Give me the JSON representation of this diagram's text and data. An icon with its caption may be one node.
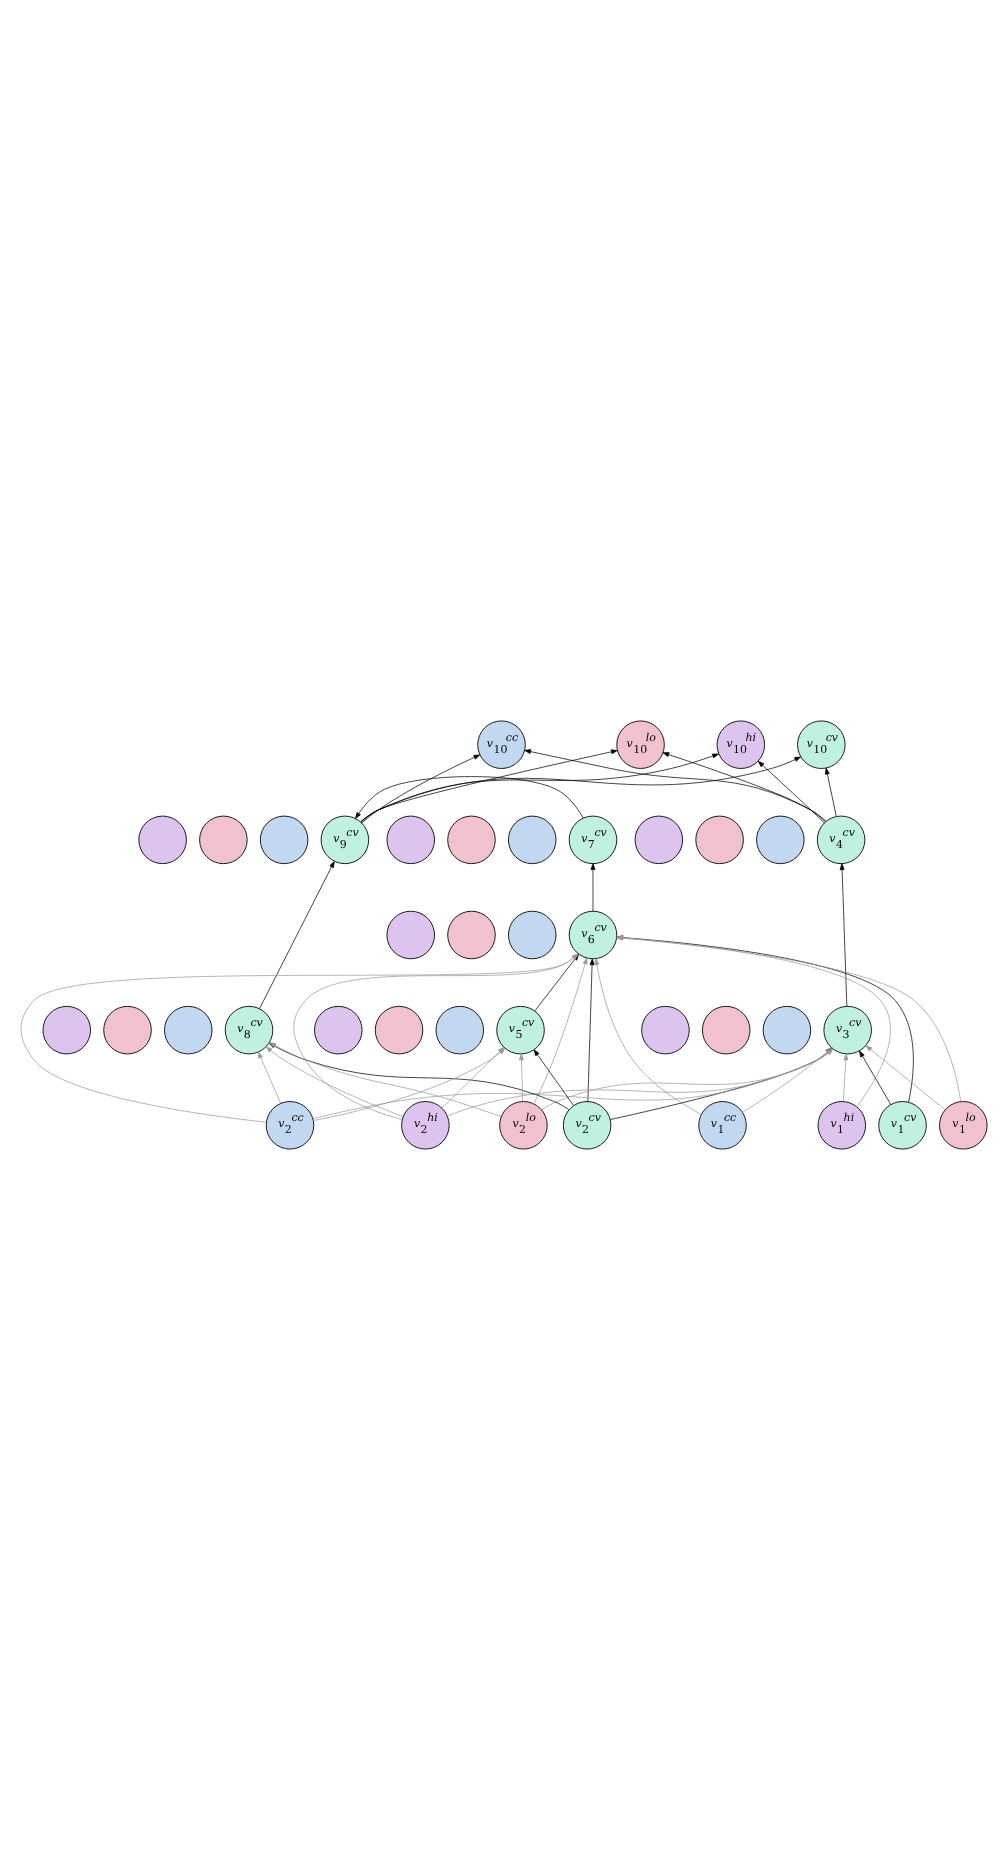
{
  "diagram": {
    "nodes": [
      {
        "text": [
          "v$_{10}$$^{cv}$"
        ]
      },
      {
        "text": [
          "v$_{10}$$^{cc}$"
        ]
      },
      {
        "text": [
          "v$_{10}$$^{lo}$"
        ]
      },
      {
        "text": [
          "v$_{10}$$^{hi}$"
        ]
      },
      {
        "text": [
          "v$_{4}$$^{cv}$"
        ]
      },
      {
        "text": [],
        "shape": "circle"
      },
      {
        "text": [],
        "shape": "circle"
      },
      {
        "text": [],
        "shape": "circle"
      },
      {
        "text": [
          "v$_{7}$$^{cv}$"
        ]
      },
      {
        "text": [],
        "shape": "circle"
      },
      {
        "text": [],
        "shape": "circle"
      },
      {
        "text": [],
        "shape": "circle"
      },
      {
        "text": [
          "v$_{9}$$^{cv}$"
        ]
      },
      {
        "text": [],
        "shape": "circle"
      },
      {
        "text": [],
        "shape": "circle"
      },
      {
        "text": [],
        "shape": "circle"
      },
      {
        "text": [
          "v$_{6}$$^{cv}$"
        ]
      },
      {
        "text": [],
        "shape": "circle"
      },
      {
        "text": [],
        "shape": "circle"
      },
      {
        "text": [],
        "shape": "circle"
      },
      {
        "text": [
          "v$_{3}$$^{cv}$"
        ]
      },
      {
        "text": [],
        "shape": "circle"
      },
      {
        "text": [],
        "shape": "circle"
      },
      {
        "text": [],
        "shape": "circle"
      },
      {
        "text": [
          "v$_{8}$$^{cv}$"
        ]
      },
      {
        "text": [],
        "shape": "circle"
      },
      {
        "text": [],
        "shape": "circle"
      },
      {
        "text": [],
        "shape": "circle"
      },
      {
        "text": [
          "v$_{5}$$^{cv}$"
        ]
      },
      {
        "text": [],
        "shape": "circle"
      },
      {
        "text": [],
        "shape": "circle"
      },
      {
        "text": [],
        "shape": "circle"
      },
      {
        "text": [
          "v$_{1}$$^{cv}$"
        ]
      },
      {
        "text": [
          "v$_{1}$$^{cc}$"
        ]
      },
      {
        "text": [
          "v$_{2}$$^{cv}$"
        ]
      },
      {
        "text": [
          "v$_{2}$$^{cc}$"
        ]
      },
      {
        "text": [
          "v$_{1}$$^{lo}$"
        ]
      },
      {
        "text": [
          "v$_{1}$$^{hi}$"
        ]
      },
      {
        "text": [
          "v$_{2}$$^{lo}$"
        ]
      },
      {
        "text": [
          "v$_{2}$$^{hi}$"
        ]
      }
    ],
    "edges": [
      {
        "from": 32,
        "to": 20,
        "arrow": "to"
      },
      {
        "from": 33,
        "to": 20,
        "arrow": "to",
        "color": "#999999"
      },
      {
        "from": 36,
        "to": 20,
        "arrow": "to",
        "color": "#999999"
      },
      {
        "from": 37,
        "to": 20,
        "arrow": "to",
        "color": "#999999"
      },
      {
        "from": 34,
        "to": 20,
        "arrow": "to"
      },
      {
        "from": 35,
        "to": 20,
        "arrow": "to",
        "color": "#999999"
      },
      {
        "from": 38,
        "to": 20,
        "arrow": "to",
        "color": "#999999"
      },
      {
        "from": 39,
        "to": 20,
        "arrow": "to",
        "color": "#999999"
      },
      {
        "from": 32,
        "to": 16,
        "arrow": "to"
      },
      {
        "from": 33,
        "to": 16,
        "arrow": "to",
        "color": "#999999"
      },
      {
        "from": 36,
        "to": 16,
        "arrow": "to",
        "color": "#999999"
      },
      {
        "from": 37,
        "to": 16,
        "arrow": "to",
        "color": "#999999"
      },
      {
        "from": 34,
        "to": 16,
        "arrow": "to"
      },
      {
        "from": 35,
        "to": 16,
        "arrow": "to",
        "color": "#999999"
      },
      {
        "from": 38,
        "to": 16,
        "arrow": "to",
        "color": "#999999"
      },
      {
        "from": 39,
        "to": 16,
        "arrow": "to",
        "color": "#999999"
      },
      {
        "from": 34,
        "to": 28,
        "arrow": "to"
      },
      {
        "from": 35,
        "to": 28,
        "arrow": "to",
        "color": "#999999"
      },
      {
        "from": 38,
        "to": 28,
        "arrow": "to",
        "color": "#999999"
      },
      {
        "from": 39,
        "to": 28,
        "arrow": "to",
        "color": "#999999"
      },
      {
        "from": 34,
        "to": 24,
        "arrow": "to"
      },
      {
        "from": 35,
        "to": 24,
        "arrow": "to",
        "color": "#999999"
      },
      {
        "from": 38,
        "to": 24,
        "arrow": "to",
        "color": "#999999"
      },
      {
        "from": 39,
        "to": 24,
        "arrow": "to",
        "color": "#999999"
      },
      {
        "from": 28,
        "to": 16,
        "arrow": "to"
      },
      {
        "from": 20,
        "to": 4,
        "arrow": "to"
      },
      {
        "from": 16,
        "to": 8,
        "arrow": "to"
      },
      {
        "from": 24,
        "to": 12,
        "arrow": "to"
      },
      {
        "from": 8,
        "to": 12,
        "arrow": "to"
      },
      {
        "from": 4,
        "to": 0,
        "arrow": "to"
      },
      {
        "from": 4,
        "to": 1,
        "arrow": "to"
      },
      {
        "from": 4,
        "to": 2,
        "arrow": "to"
      },
      {
        "from": 4,
        "to": 3,
        "arrow": "to"
      },
      {
        "from": 12,
        "to": 0,
        "arrow": "to"
      },
      {
        "from": 12,
        "to": 1,
        "arrow": "to"
      },
      {
        "from": 12,
        "to": 2,
        "arrow": "to"
      },
      {
        "from": 12,
        "to": 3,
        "arrow": "to"
      }
    ]
  }
}
